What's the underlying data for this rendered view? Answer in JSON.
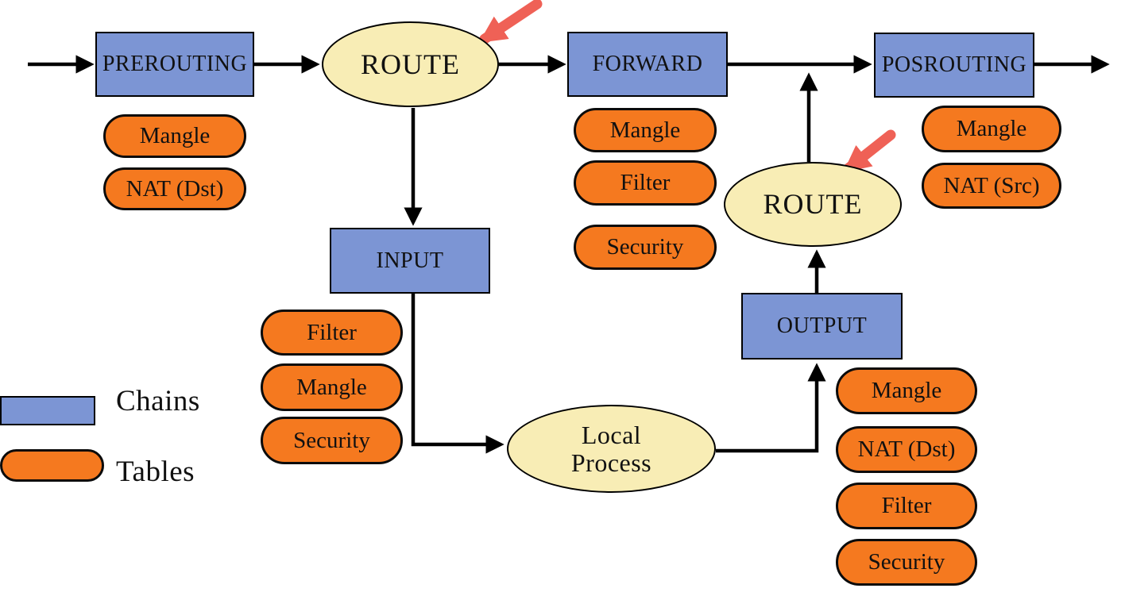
{
  "legend": {
    "chains_label": "Chains",
    "tables_label": "Tables"
  },
  "nodes": {
    "prerouting": {
      "label": "PREROUTING",
      "tables": [
        "Mangle",
        "NAT (Dst)"
      ]
    },
    "route1": {
      "label": "ROUTE"
    },
    "forward": {
      "label": "FORWARD",
      "tables": [
        "Mangle",
        "Filter",
        "Security"
      ]
    },
    "posrouting": {
      "label": "POSROUTING",
      "tables": [
        "Mangle",
        "NAT (Src)"
      ]
    },
    "input": {
      "label": "INPUT",
      "tables": [
        "Filter",
        "Mangle",
        "Security"
      ]
    },
    "local_process": {
      "label_lines": [
        "Local",
        "Process"
      ]
    },
    "route2": {
      "label": "ROUTE"
    },
    "output": {
      "label": "OUTPUT",
      "tables": [
        "Mangle",
        "NAT (Dst)",
        "Filter",
        "Security"
      ]
    }
  },
  "colors": {
    "chain_fill": "#7C95D4",
    "table_fill": "#F5791F",
    "decision_fill": "#F8EDB5",
    "arrow": "#000000",
    "highlight_arrow": "#EF6156"
  }
}
